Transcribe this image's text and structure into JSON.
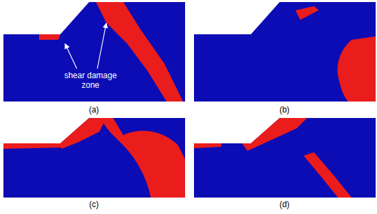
{
  "diagram": {
    "labels": [
      "shear damage zone",
      "(a)",
      "(b)",
      "(c)",
      "(d)"
    ]
  }
}
